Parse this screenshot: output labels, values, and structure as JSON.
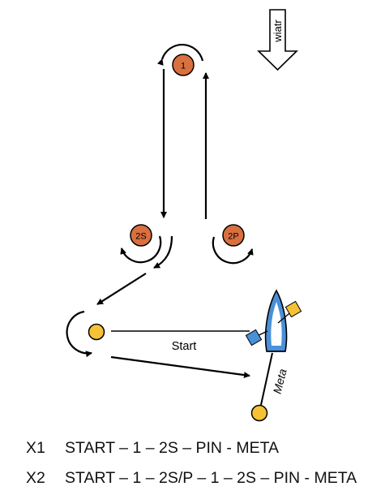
{
  "diagram": {
    "wind_label": "wiatr",
    "marks": {
      "m1": "1",
      "m2s": "2S",
      "m2p": "2P"
    },
    "start_label": "Start",
    "finish_label": "Meta",
    "colors": {
      "mark_orange": "#D9703F",
      "pin_yellow": "#F5C236",
      "boat_blue": "#4A90D9",
      "flag_yellow": "#F5C236",
      "line": "#000000"
    }
  },
  "legend": [
    {
      "code": "X1",
      "route": "START – 1 – 2S – PIN - META"
    },
    {
      "code": "X2",
      "route": "START – 1 – 2S/P – 1 – 2S – PIN - META"
    }
  ]
}
